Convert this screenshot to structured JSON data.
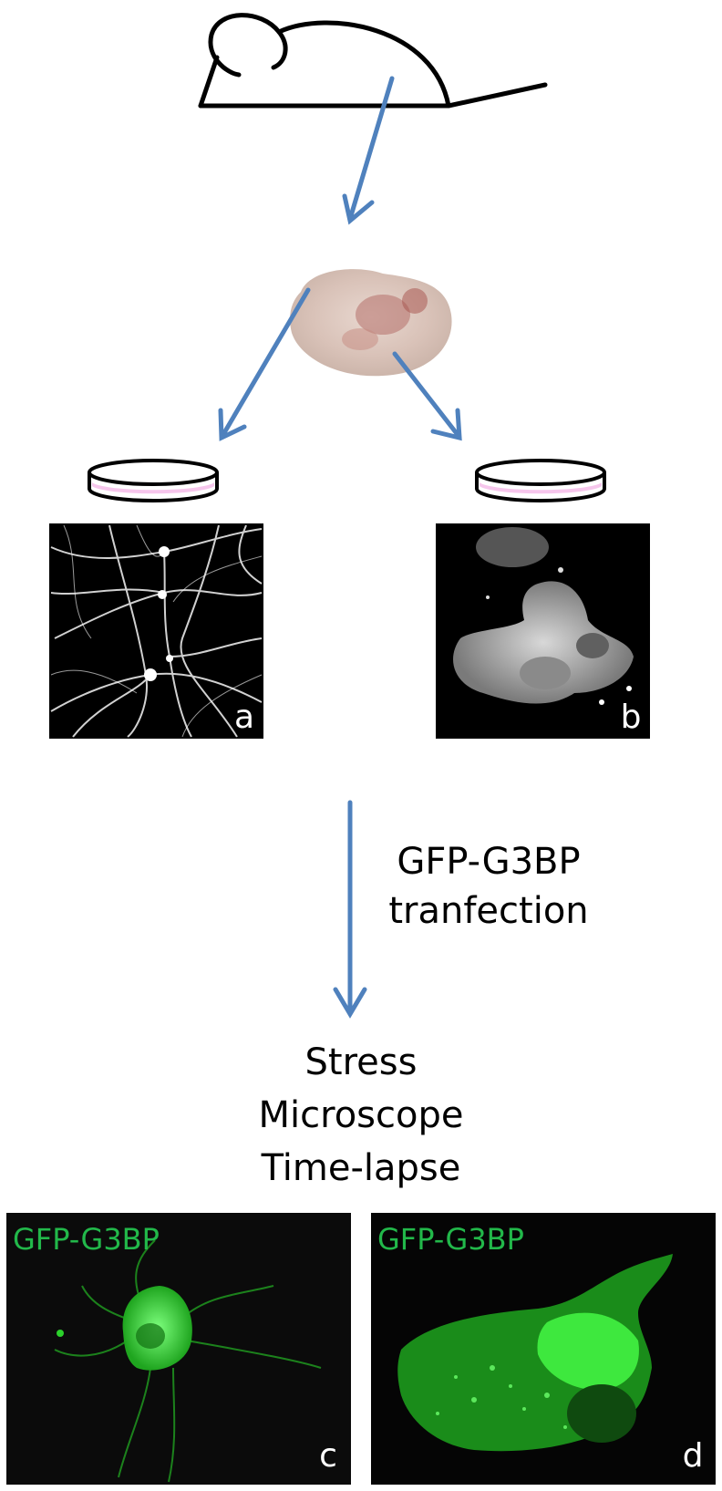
{
  "panels": {
    "a": {
      "letter": "a"
    },
    "b": {
      "letter": "b"
    },
    "c": {
      "letter": "c",
      "overlay": "GFP-G3BP"
    },
    "d": {
      "letter": "d",
      "overlay": "GFP-G3BP"
    }
  },
  "steps": {
    "transfection": [
      "GFP-G3BP",
      "tranfection"
    ],
    "imaging": [
      "Stress",
      "Microscope",
      "Time-lapse"
    ]
  },
  "colors": {
    "arrow": "#4f81bd",
    "dish_fill": "#f6c6ec",
    "gfp_text": "#22b84a",
    "gfp_cell": "#2bd12b",
    "outline": "#000000"
  }
}
